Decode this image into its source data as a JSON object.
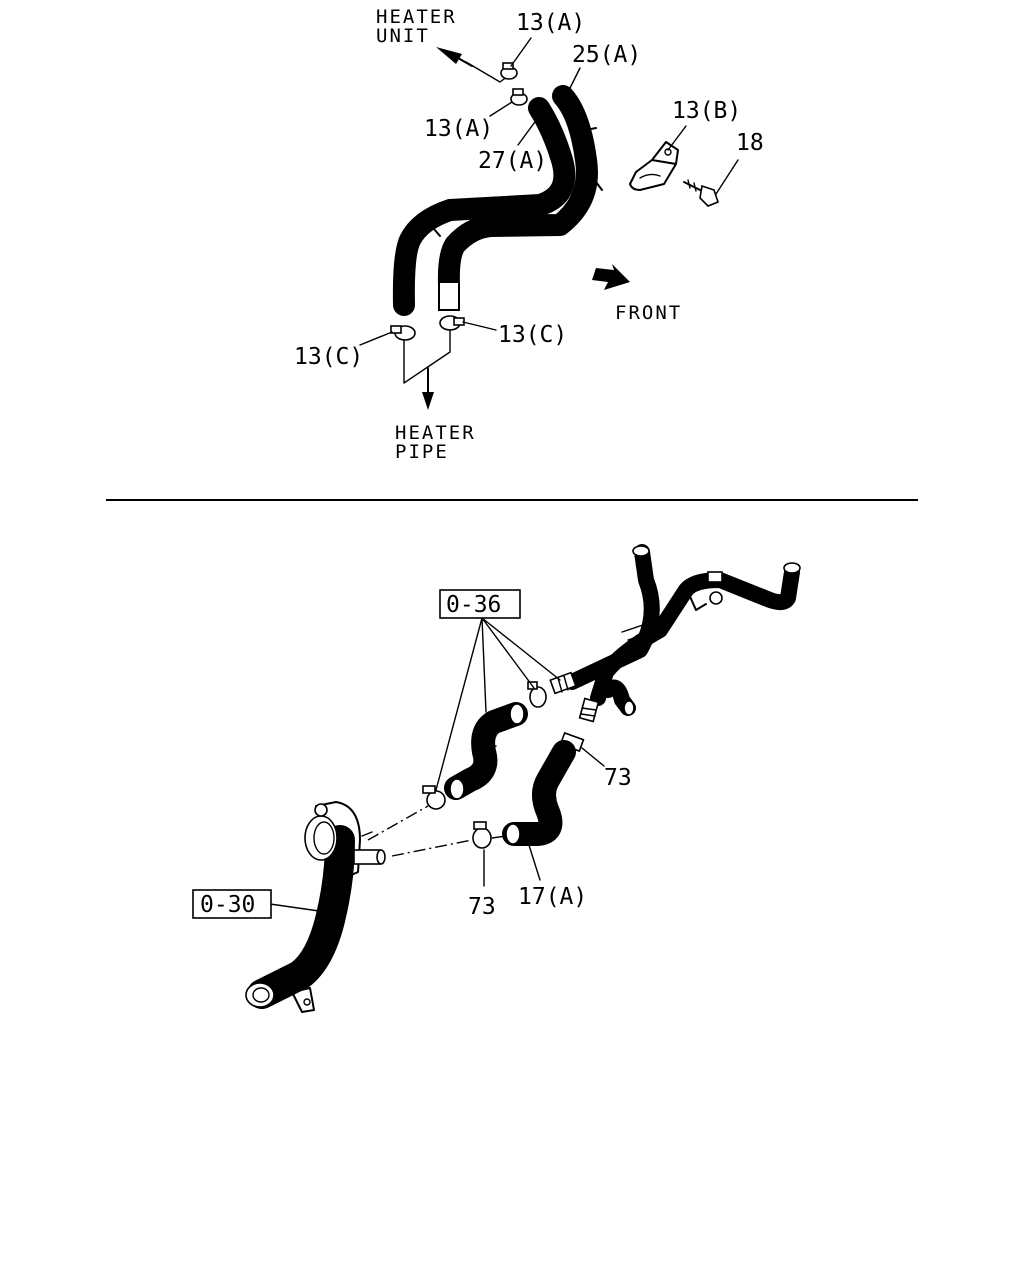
{
  "colors": {
    "ink": "#000000",
    "background": "#ffffff"
  },
  "upper": {
    "heater_unit": [
      "HEATER",
      "UNIT"
    ],
    "heater_pipe": [
      "HEATER",
      "PIPE"
    ],
    "front": "FRONT",
    "callouts": {
      "c13a_top": "13(A)",
      "c13a_mid": "13(A)",
      "c25a": "25(A)",
      "c27a": "27(A)",
      "c13b": "13(B)",
      "c18": "18",
      "c13c_left": "13(C)",
      "c13c_right": "13(C)"
    }
  },
  "lower": {
    "boxed": {
      "o36": "0-36",
      "o30": "0-30"
    },
    "callouts": {
      "c73_right": "73",
      "c73_bottom": "73",
      "c17a": "17(A)"
    }
  }
}
